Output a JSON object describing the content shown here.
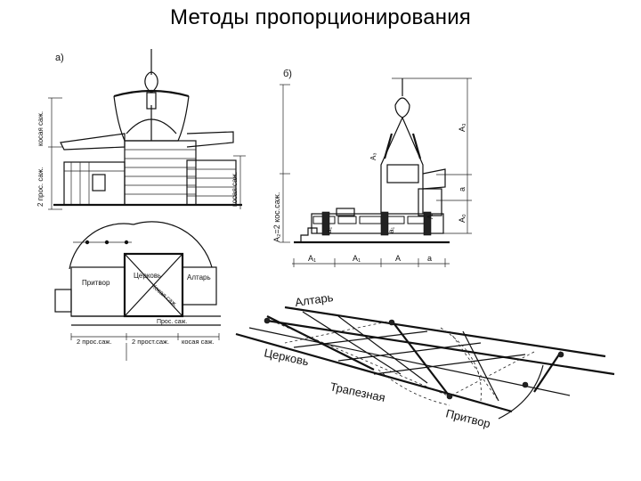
{
  "slide": {
    "title": "Методы пропорционирования"
  },
  "fig_a": {
    "label": "а)",
    "elevation_dims": [
      "2 прос. саж.",
      "косая саж.",
      "косая саж."
    ],
    "plan_rooms": [
      "Притвор",
      "Церковь",
      "Алтарь",
      "Косая саж."
    ],
    "plan_dims": [
      "Прос. саж.",
      "2 прос.саж.",
      "2 прост.саж.",
      "косая саж."
    ]
  },
  "fig_b": {
    "label": "б)",
    "left_dim": "A₂=2 кос.саж.",
    "right_dims": [
      "A₃",
      "a",
      "A₀"
    ],
    "inner_dims": [
      "A₃",
      "a₁",
      "a₁",
      "A"
    ],
    "bottom_dims": [
      "A₁",
      "A₁",
      "A",
      "a"
    ]
  },
  "fig_c": {
    "labels": [
      "Алтарь",
      "Церковь",
      "Трапезная",
      "Притвор"
    ]
  }
}
